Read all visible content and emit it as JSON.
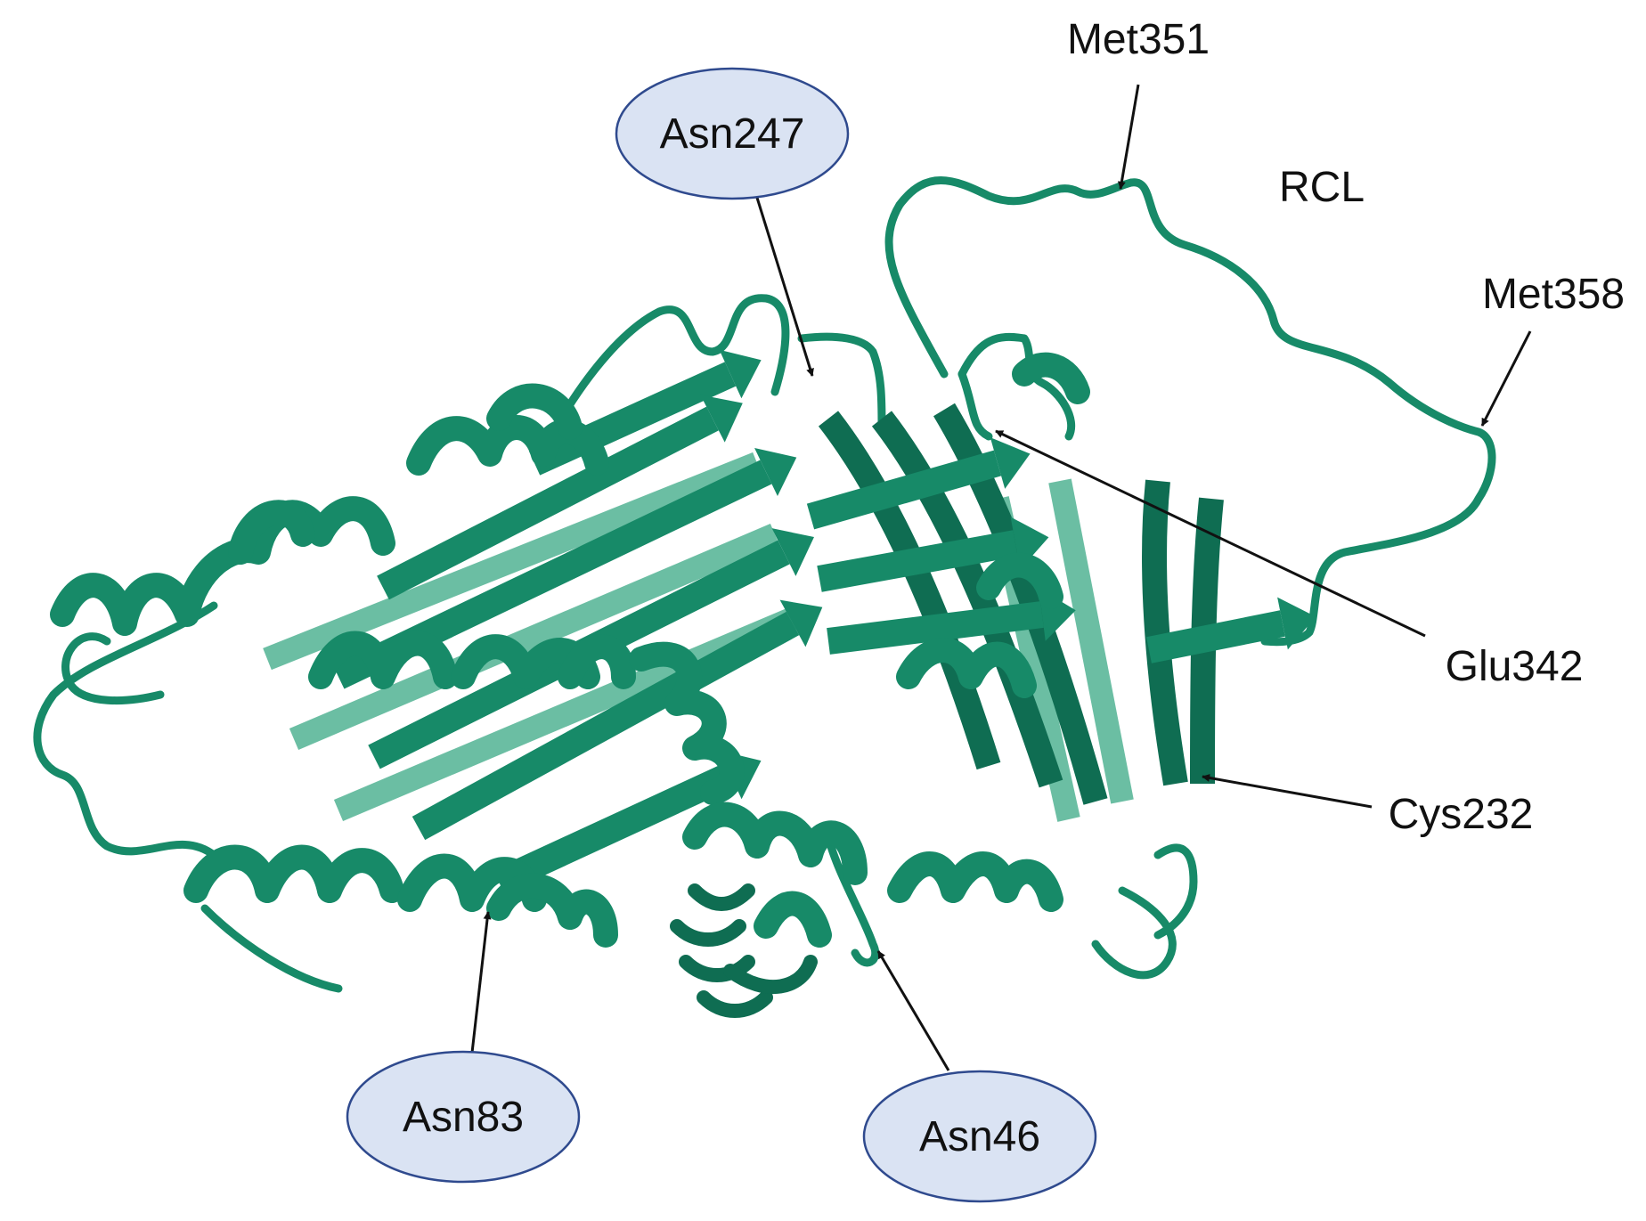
{
  "colors": {
    "protein": "#178a68",
    "protein_dark": "#0f6d52",
    "protein_light": "#3aa884",
    "ellipse_fill": "#dae3f3",
    "ellipse_stroke": "#2f4a8e",
    "arrow": "#111111"
  },
  "labels": {
    "rcl": "RCL",
    "met351": "Met351",
    "met358": "Met358",
    "glu342": "Glu342",
    "cys232": "Cys232"
  },
  "glycosylation_sites": {
    "asn247": "Asn247",
    "asn83": "Asn83",
    "asn46": "Asn46"
  }
}
